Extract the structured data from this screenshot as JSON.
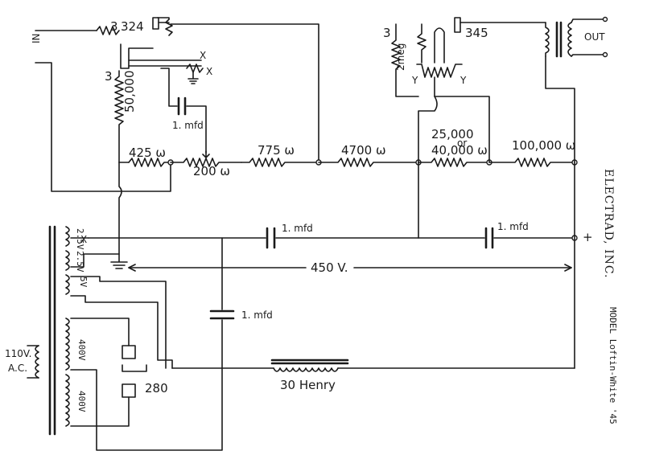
{
  "labels": {
    "input": "IN",
    "output": "OUT",
    "tube_324_pin3": "3",
    "tube_324": "324",
    "tube_324_pin3b": "3",
    "tube_345_pin3": "3",
    "tube_345": "345",
    "res_50000": "50,000",
    "res_2meg": "2meg",
    "cap_top": "1. mfd",
    "res_425": "425 ω",
    "res_200": "200 ω",
    "res_775": "775 ω",
    "res_4700": "4700 ω",
    "res_25000": "25,000",
    "res_or": "or",
    "res_40000": "40,000 ω",
    "res_100000": "100,000 ω",
    "cap_mid_left": "1. mfd",
    "cap_mid_right": "1. mfd",
    "cap_vertical": "1. mfd",
    "voltage": "450 V.",
    "plus": "+",
    "choke": "30 Henry",
    "rectifier": "280",
    "ac_input_v": "110V.",
    "ac_input_ac": "A.C.",
    "sec_25v": "2.5V",
    "sec_25v_b": "2.5V",
    "sec_5v": "5V",
    "sec_400v_a": "400V",
    "sec_400v_b": "400V",
    "mark_x1": "X",
    "mark_x2": "X",
    "mark_y1": "Y",
    "mark_y2": "Y",
    "mark_xbot": "X",
    "company": "ELECTRAD, INC.",
    "model": "MODEL Loftin-White '45"
  }
}
